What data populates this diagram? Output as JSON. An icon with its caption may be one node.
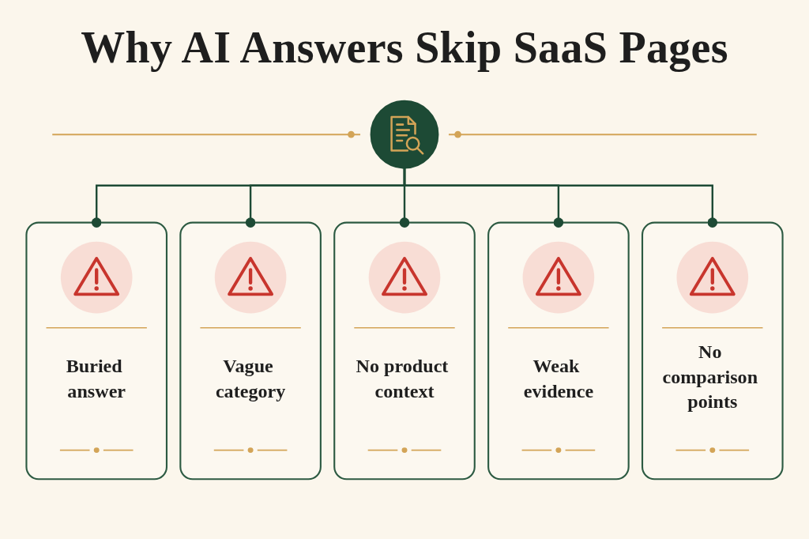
{
  "diagram": {
    "title": "Why AI Answers Skip SaaS Pages",
    "nodes": [
      {
        "text": [],
        "shape": "circle"
      },
      {
        "text": [
          "Buried answer"
        ]
      },
      {
        "text": [
          "Vague category"
        ]
      },
      {
        "text": [
          "No product context"
        ]
      },
      {
        "text": [
          "Weak evidence"
        ]
      },
      {
        "text": [
          "No comparison points"
        ]
      }
    ],
    "edges": [
      {
        "from": 0,
        "to": 1,
        "arrow": "other"
      },
      {
        "from": 0,
        "to": 2,
        "arrow": "other"
      },
      {
        "from": 0,
        "to": 3,
        "arrow": "other"
      },
      {
        "from": 0,
        "to": 4,
        "arrow": "other"
      },
      {
        "from": 0,
        "to": 5,
        "arrow": "other"
      }
    ]
  }
}
